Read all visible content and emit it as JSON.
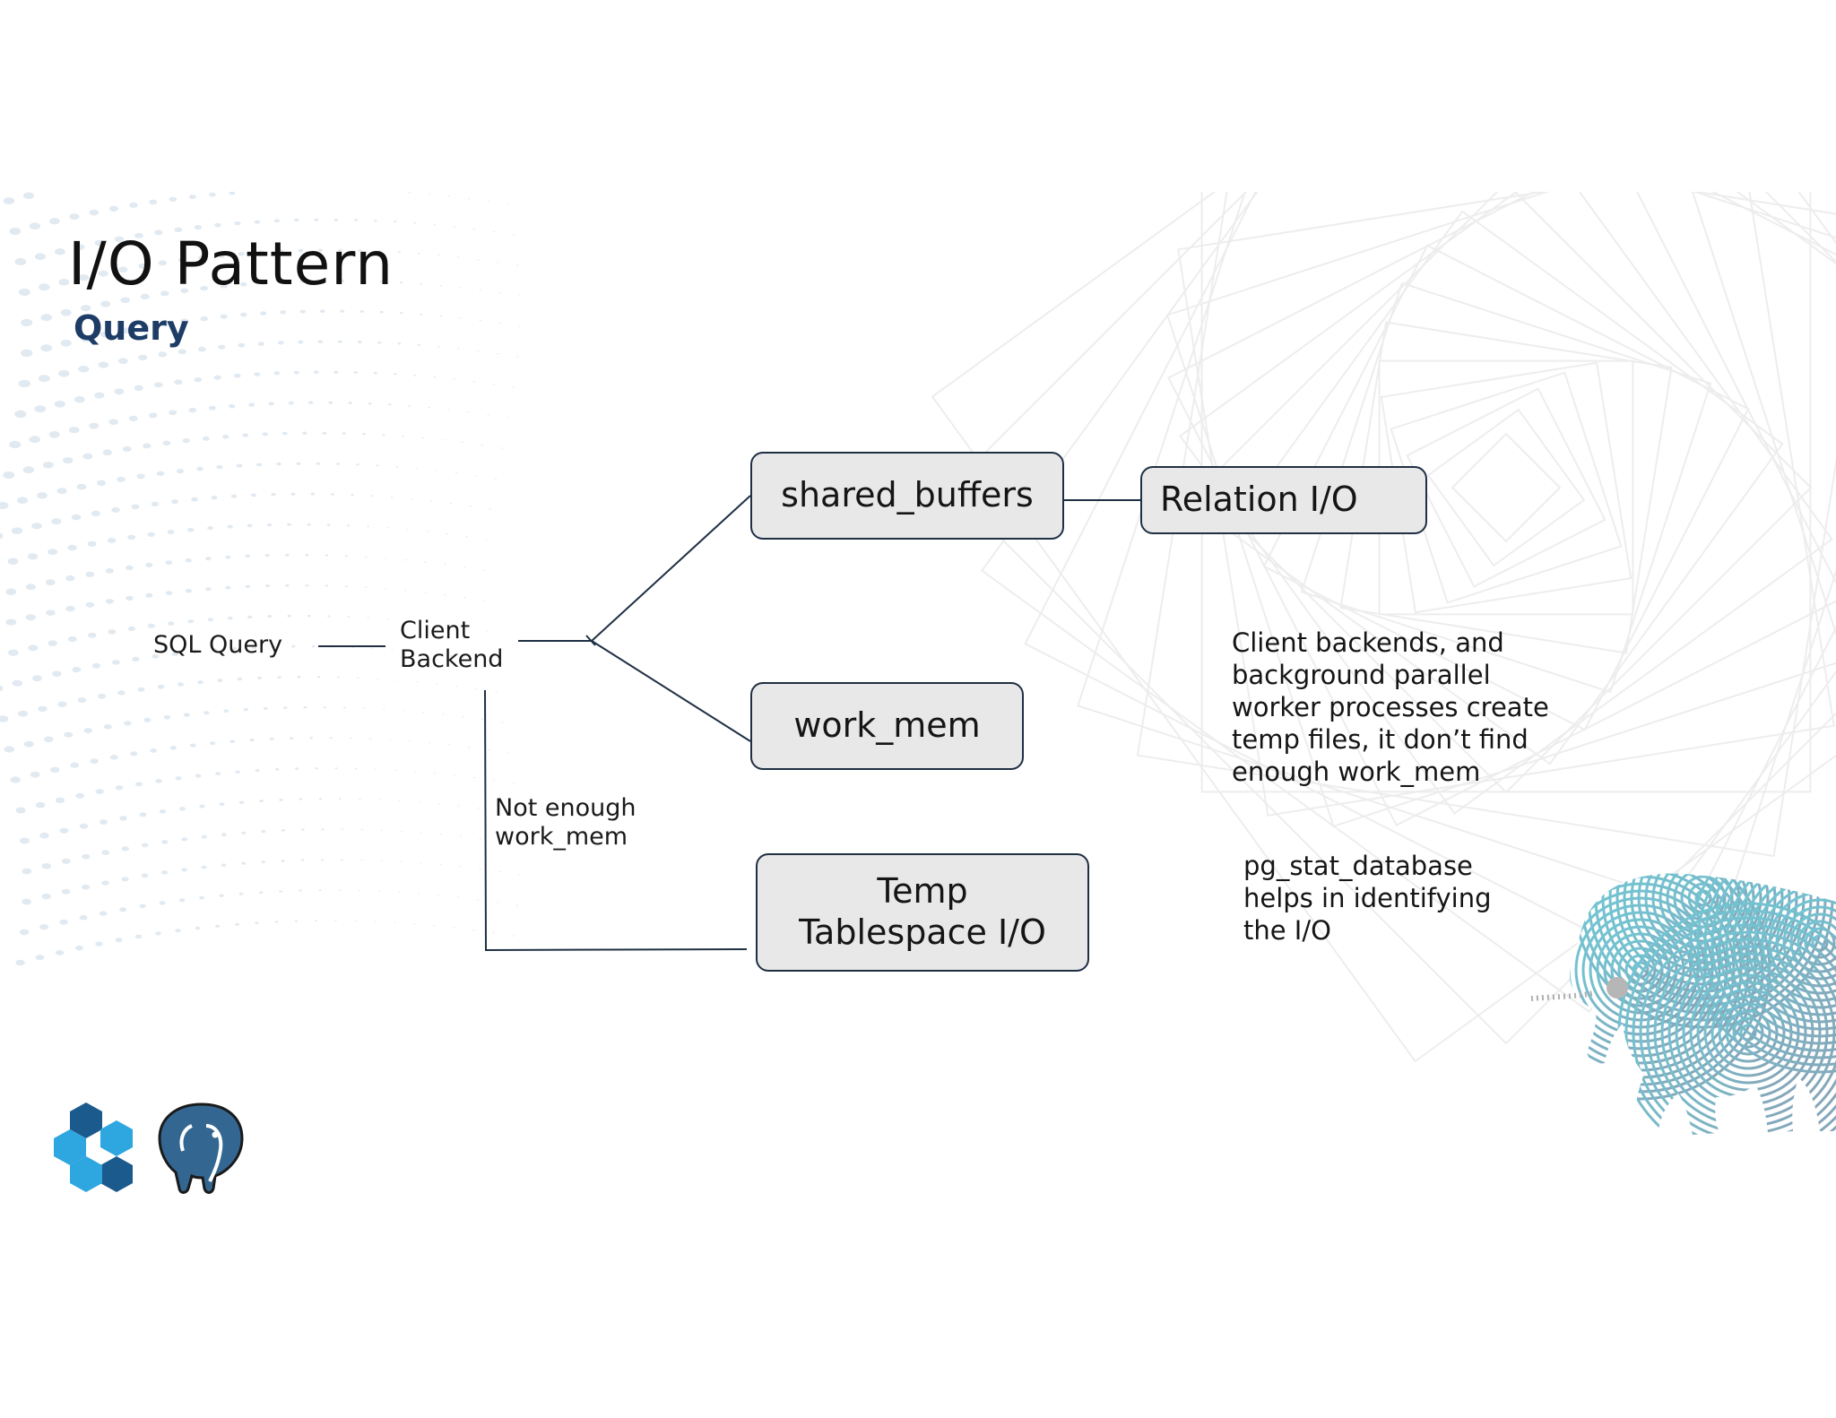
{
  "slide": {
    "title": "I/O Pattern",
    "subtitle": "Query"
  },
  "diagram": {
    "sql_query": "SQL Query",
    "client_backend": [
      "Client",
      "Backend"
    ],
    "shared_buffers": "shared_buffers",
    "relation_io": "Relation I/O",
    "work_mem": "work_mem",
    "temp_tablespace": [
      "Temp",
      "Tablespace I/O"
    ],
    "not_enough": [
      "Not enough",
      "work_mem"
    ]
  },
  "notes": {
    "note1": [
      "Client backends, and",
      "background parallel",
      "worker processes create",
      "temp files, it don’t find",
      "enough work_mem"
    ],
    "note2": [
      "pg_stat_database",
      "helps in identifying",
      "the I/O"
    ]
  },
  "colors": {
    "title": "#111111",
    "subtitle": "#1d3d66",
    "box_fill": "#e8e8e8",
    "box_border": "#1f2f44",
    "line": "#1f2f44",
    "logo_dark": "#1b5a8c",
    "logo_light": "#2ea6e0",
    "pg_blue": "#336791"
  },
  "icons": {
    "logo_left": "hexagon-flower-logo-icon",
    "logo_right": "postgresql-elephant-logo-icon",
    "decoration": "elephant-illustration-icon"
  }
}
